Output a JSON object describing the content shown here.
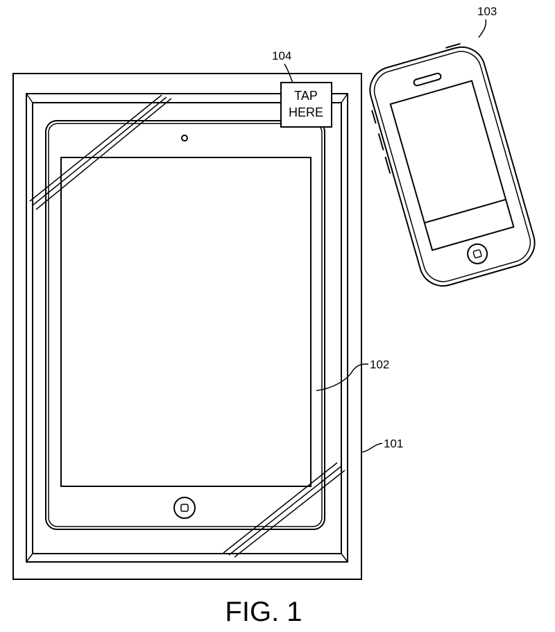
{
  "figure": {
    "caption": "FIG. 1",
    "labels": {
      "frame": "101",
      "tablet": "102",
      "phone": "103",
      "tag": "104"
    },
    "tag": {
      "line1": "TAP",
      "line2": "HERE"
    }
  }
}
